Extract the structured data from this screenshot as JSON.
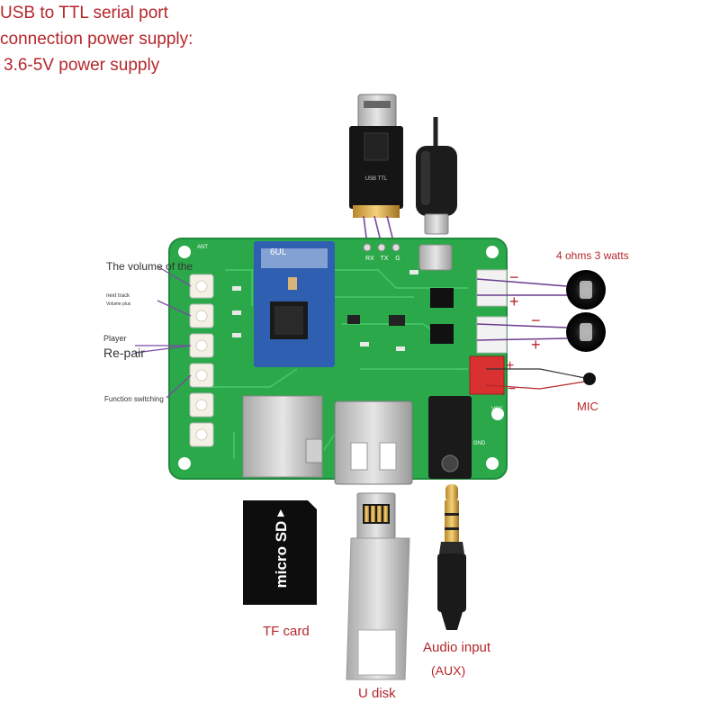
{
  "title": {
    "line1": "USB to TTL serial port",
    "line2": "connection power supply:",
    "line3": "3.6-5V power supply"
  },
  "speaker_label": "4 ohms 3 watts",
  "mic_label": "MIC",
  "button_labels": {
    "volume": "The volume of the",
    "next_track": "next track",
    "volume_plus": "Volume plus",
    "player": "Player",
    "repair": "Re-pair",
    "function": "Function switching"
  },
  "pin_labels": {
    "rx": "RX",
    "tx": "TX",
    "g": "G"
  },
  "terminal_signs": {
    "minus": "−",
    "plus": "+"
  },
  "board_marks": {
    "vcc": "VCC",
    "gnd": "GND",
    "ant": "ANT",
    "cpu": "6UL"
  },
  "tf_card": {
    "label": "TF card",
    "brand": "micro SD"
  },
  "u_disk": {
    "label": "U disk"
  },
  "aux": {
    "label_line1": "Audio input",
    "label_line2": "(AUX)"
  },
  "colors": {
    "label_red": "#b5262b",
    "pcb_green": "#2aa84a",
    "module_blue": "#2f5fb0",
    "line_purple": "#6a3d8f"
  }
}
